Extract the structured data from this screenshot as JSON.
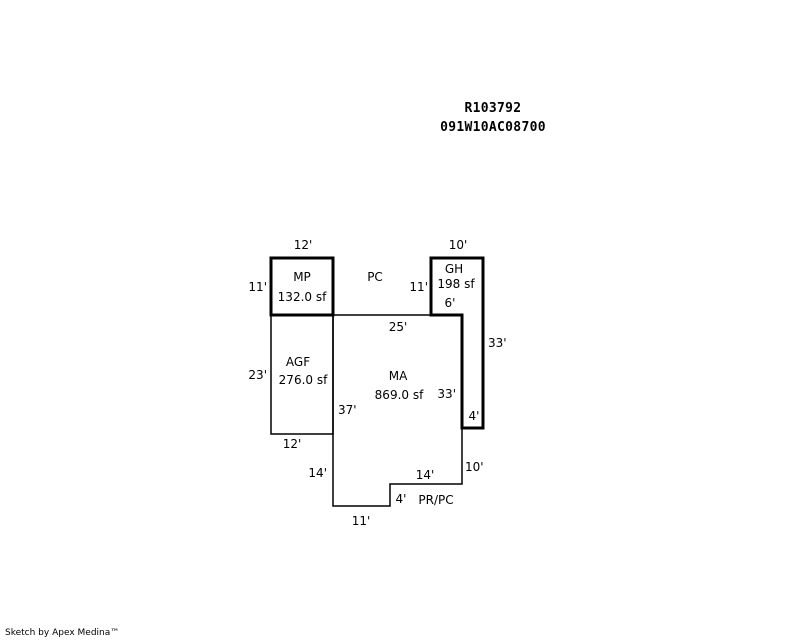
{
  "header": {
    "account": "R103792",
    "map_tax_lot": "091W10AC08700"
  },
  "areas": {
    "mp": {
      "code": "MP",
      "area": "132.0 sf"
    },
    "gh": {
      "code": "GH",
      "area": "198 sf"
    },
    "agf": {
      "code": "AGF",
      "area": "276.0 sf"
    },
    "ma": {
      "code": "MA",
      "area": "869.0 sf"
    },
    "pc": {
      "code": "PC"
    },
    "prpc": {
      "code": "PR/PC"
    }
  },
  "dimensions": {
    "mp_top": "12'",
    "mp_left": "11'",
    "gh_top": "10'",
    "gh_left": "11'",
    "gh_inner_bottom": "6'",
    "gh_right": "33'",
    "gh_inner_right": "33'",
    "gh_bottom": "4'",
    "ma_top": "25'",
    "agf_left": "23'",
    "agf_bottom": "12'",
    "ma_left": "37'",
    "ma_lower_left": "14'",
    "ma_right_lower": "10'",
    "ma_step_top": "14'",
    "ma_step_side": "4'",
    "ma_bottom": "11'"
  },
  "footer": {
    "credit": "Sketch by Apex Medina™"
  }
}
